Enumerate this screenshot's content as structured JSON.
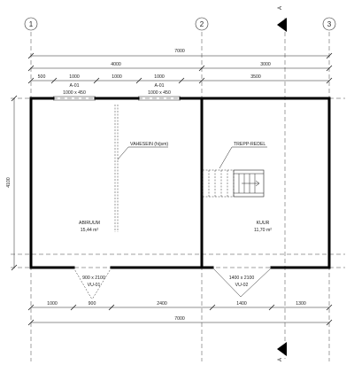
{
  "grid_axes": [
    "1",
    "2",
    "3"
  ],
  "section_mark": "A",
  "dims_top": {
    "overall": "7000",
    "left": "4000",
    "right": "3000",
    "seg_500": "500",
    "seg_1000a": "1000",
    "seg_1000b": "1000",
    "seg_1000c": "1000",
    "seg_3500": "3500"
  },
  "windows": [
    {
      "code": "A-01",
      "size": "1000 x 450"
    },
    {
      "code": "A-01",
      "size": "1000 x 450"
    }
  ],
  "dim_left": "4100",
  "labels": {
    "partition": "VAHESEIN (h/jsm)",
    "stair": "TREPP-REDEL"
  },
  "rooms": [
    {
      "name": "ABIRUUM",
      "area": "15,44 m²"
    },
    {
      "name": "KUUR",
      "area": "11,70 m²"
    }
  ],
  "doors": [
    {
      "size": "900 x 2100",
      "code": "VU-01"
    },
    {
      "size": "1400 x 2100",
      "code": "VU-02"
    }
  ],
  "dims_bottom": {
    "d1000": "1000",
    "d900": "900",
    "d2400": "2400",
    "d1400": "1400",
    "d1300": "1300",
    "overall": "7000"
  }
}
